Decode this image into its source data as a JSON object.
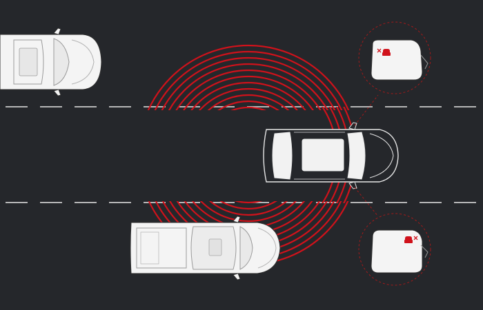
{
  "scene": {
    "background": "#25272b",
    "road_marking_color": "#e6e6e6",
    "radar_color": "#d0121b",
    "vehicle_fill": "#f4f4f4",
    "vehicle_outline": "#2c2c2c",
    "ego_fill": "#25272b",
    "ego_outline": "#e8e8e8",
    "mirror_outline": "#a31a1a"
  },
  "vehicles": [
    {
      "name": "vehicle-upper-left",
      "kind": "suv"
    },
    {
      "name": "vehicle-lower-left",
      "kind": "pickup"
    },
    {
      "name": "ego-vehicle",
      "kind": "suv"
    }
  ],
  "mirrors": [
    {
      "name": "left-mirror-inset",
      "warning_icon": "car-warning-icon"
    },
    {
      "name": "right-mirror-inset",
      "warning_icon": "car-warning-icon"
    }
  ]
}
